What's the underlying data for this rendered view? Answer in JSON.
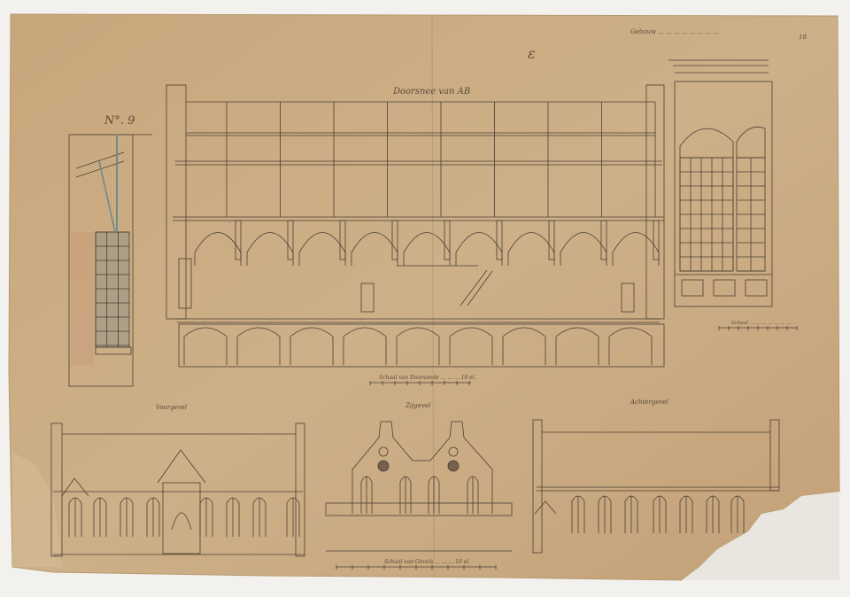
{
  "sheet": {
    "paper_color": "#c9a87f",
    "ink_color": "#4a3f33",
    "wash_color": "#6f8a8c",
    "background_color": "#f2f1ee"
  },
  "labels": {
    "corner_note": "Gebouw ... ... ... ... ... ... ... ...",
    "pencil_mark": "ɛ",
    "sheet_number": "18",
    "section_title": "Doorsnee van AB",
    "detail_title": "N°. 9",
    "section_scale": "Schaal van Doorsnede ... ... ... 10 el.",
    "window_scale": "Schaal ... ... ... ... ... ... ...",
    "left_elevation_title": "Voorgevel",
    "middle_elevation_title": "Zijgevel",
    "right_elevation_title": "Achtergevel",
    "gable_scale": "Schaal van Gevels ... ... ... 10 el."
  }
}
